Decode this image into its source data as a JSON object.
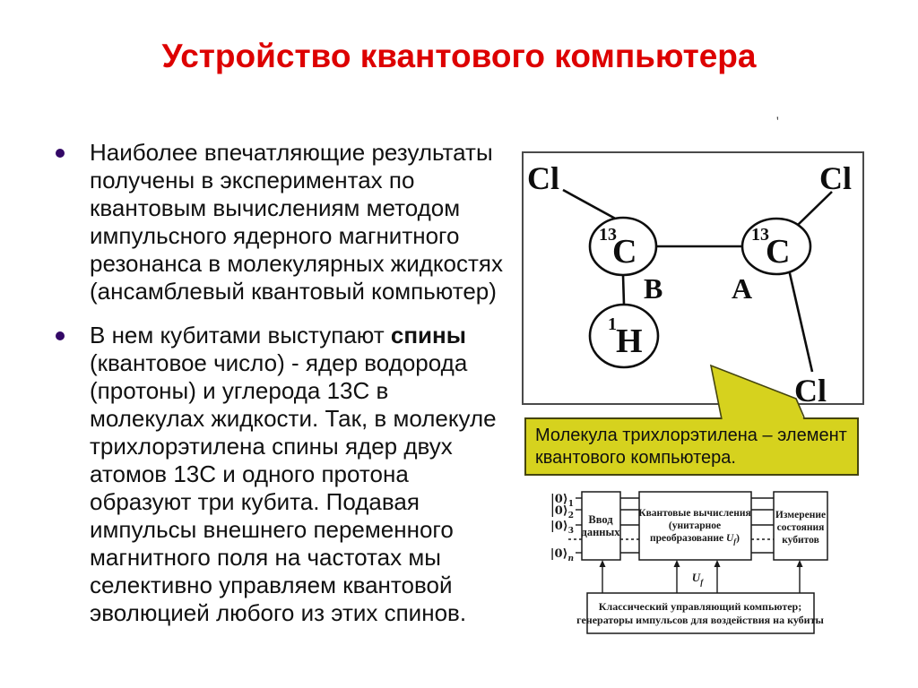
{
  "colors": {
    "title": "#dd0000",
    "bullet_dot": "#330866",
    "callout_bg": "#d6d21e"
  },
  "title": {
    "text": "Устройство квантового компьютера"
  },
  "bullets": [
    {
      "text": "Наиболее впечатляющие результаты получены в экспериментах по квантовым вычислениям методом импульсного ядерного магнитного резонанса в молекулярных жидкостях (ансамблевый квантовый компьютер)"
    },
    {
      "pre": "В нем кубитами выступают ",
      "bold": "спины",
      "post": " (квантовое число) - ядер водорода (протоны) и углерода 13С в молекулах жидкости. Так, в молекуле трихлорэтилена спины ядер двух атомов 13С и одного протона образуют три кубита. Подавая импульсы внешнего переменного магнитного поля на частотах мы селективно управляем квантовой эволюцией любого из этих спинов."
    }
  ],
  "molecule": {
    "stray_mark": "'",
    "cl_top_left": "Cl",
    "cl_top_right": "Cl",
    "cl_bottom_right": "Cl",
    "c_left": {
      "sup": "13",
      "sym": "C"
    },
    "c_right": {
      "sup": "13",
      "sym": "C"
    },
    "h": {
      "sup": "1",
      "sym": "H"
    },
    "label_left": "B",
    "label_right": "A"
  },
  "callout": {
    "text": "Молекула трихлорэтилена – элемент квантового компьютера."
  },
  "block_diagram": {
    "inputs": [
      {
        "ket": "|0⟩",
        "sub": "1"
      },
      {
        "ket": "|0⟩",
        "sub": "2"
      },
      {
        "ket": "|0⟩",
        "sub": "3"
      },
      {
        "ket": "|0⟩",
        "sub": "n"
      }
    ],
    "input_box": {
      "line1": "Ввод",
      "line2": "данных"
    },
    "compute_box": {
      "line1": "Квантовые вычисления",
      "line2": "(унитарное",
      "line3_pre": "преобразование ",
      "u": "U",
      "f": "f",
      "line3_close": ")"
    },
    "measure_box": {
      "line1": "Измерение",
      "line2": "состояния",
      "line3": "кубитов"
    },
    "uf": {
      "u": "U",
      "f": "f"
    },
    "control_box": {
      "line1": "Классический управляющий компьютер;",
      "line2": "генераторы импульсов для воздействия на кубиты"
    }
  }
}
